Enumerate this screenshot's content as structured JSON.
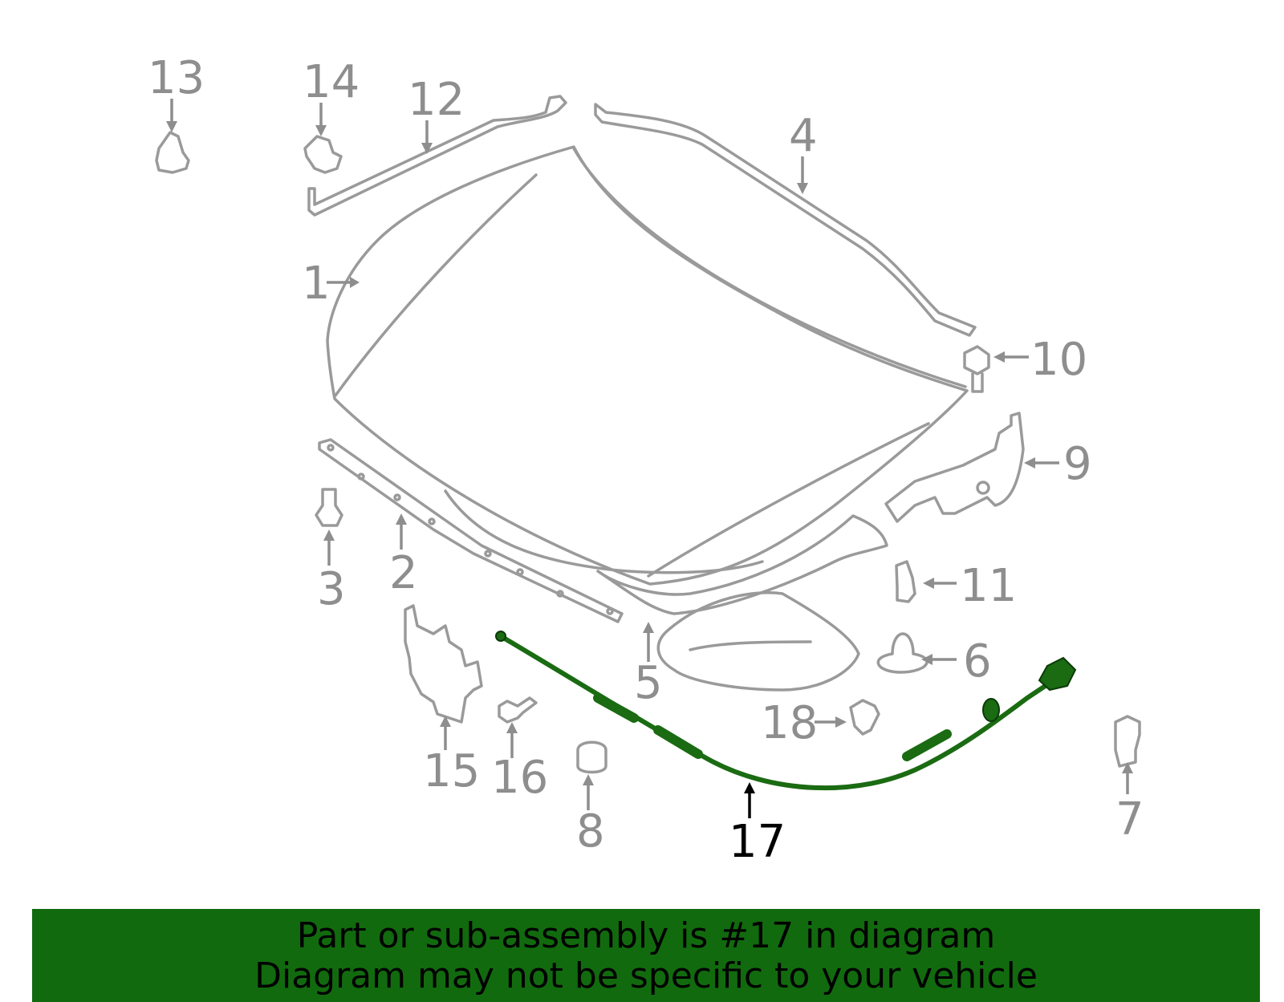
{
  "callouts": [
    "1",
    "2",
    "3",
    "4",
    "5",
    "6",
    "7",
    "8",
    "9",
    "10",
    "11",
    "12",
    "13",
    "14",
    "15",
    "16",
    "17",
    "18"
  ],
  "highlighted_part": "17",
  "colors": {
    "part": "#9a9a9a",
    "highlight": "#1a6b12",
    "banner": "#126a0e"
  },
  "banner": {
    "line1": "Part or sub-assembly is #17 in diagram",
    "line2": "Diagram may not be specific to your vehicle"
  }
}
